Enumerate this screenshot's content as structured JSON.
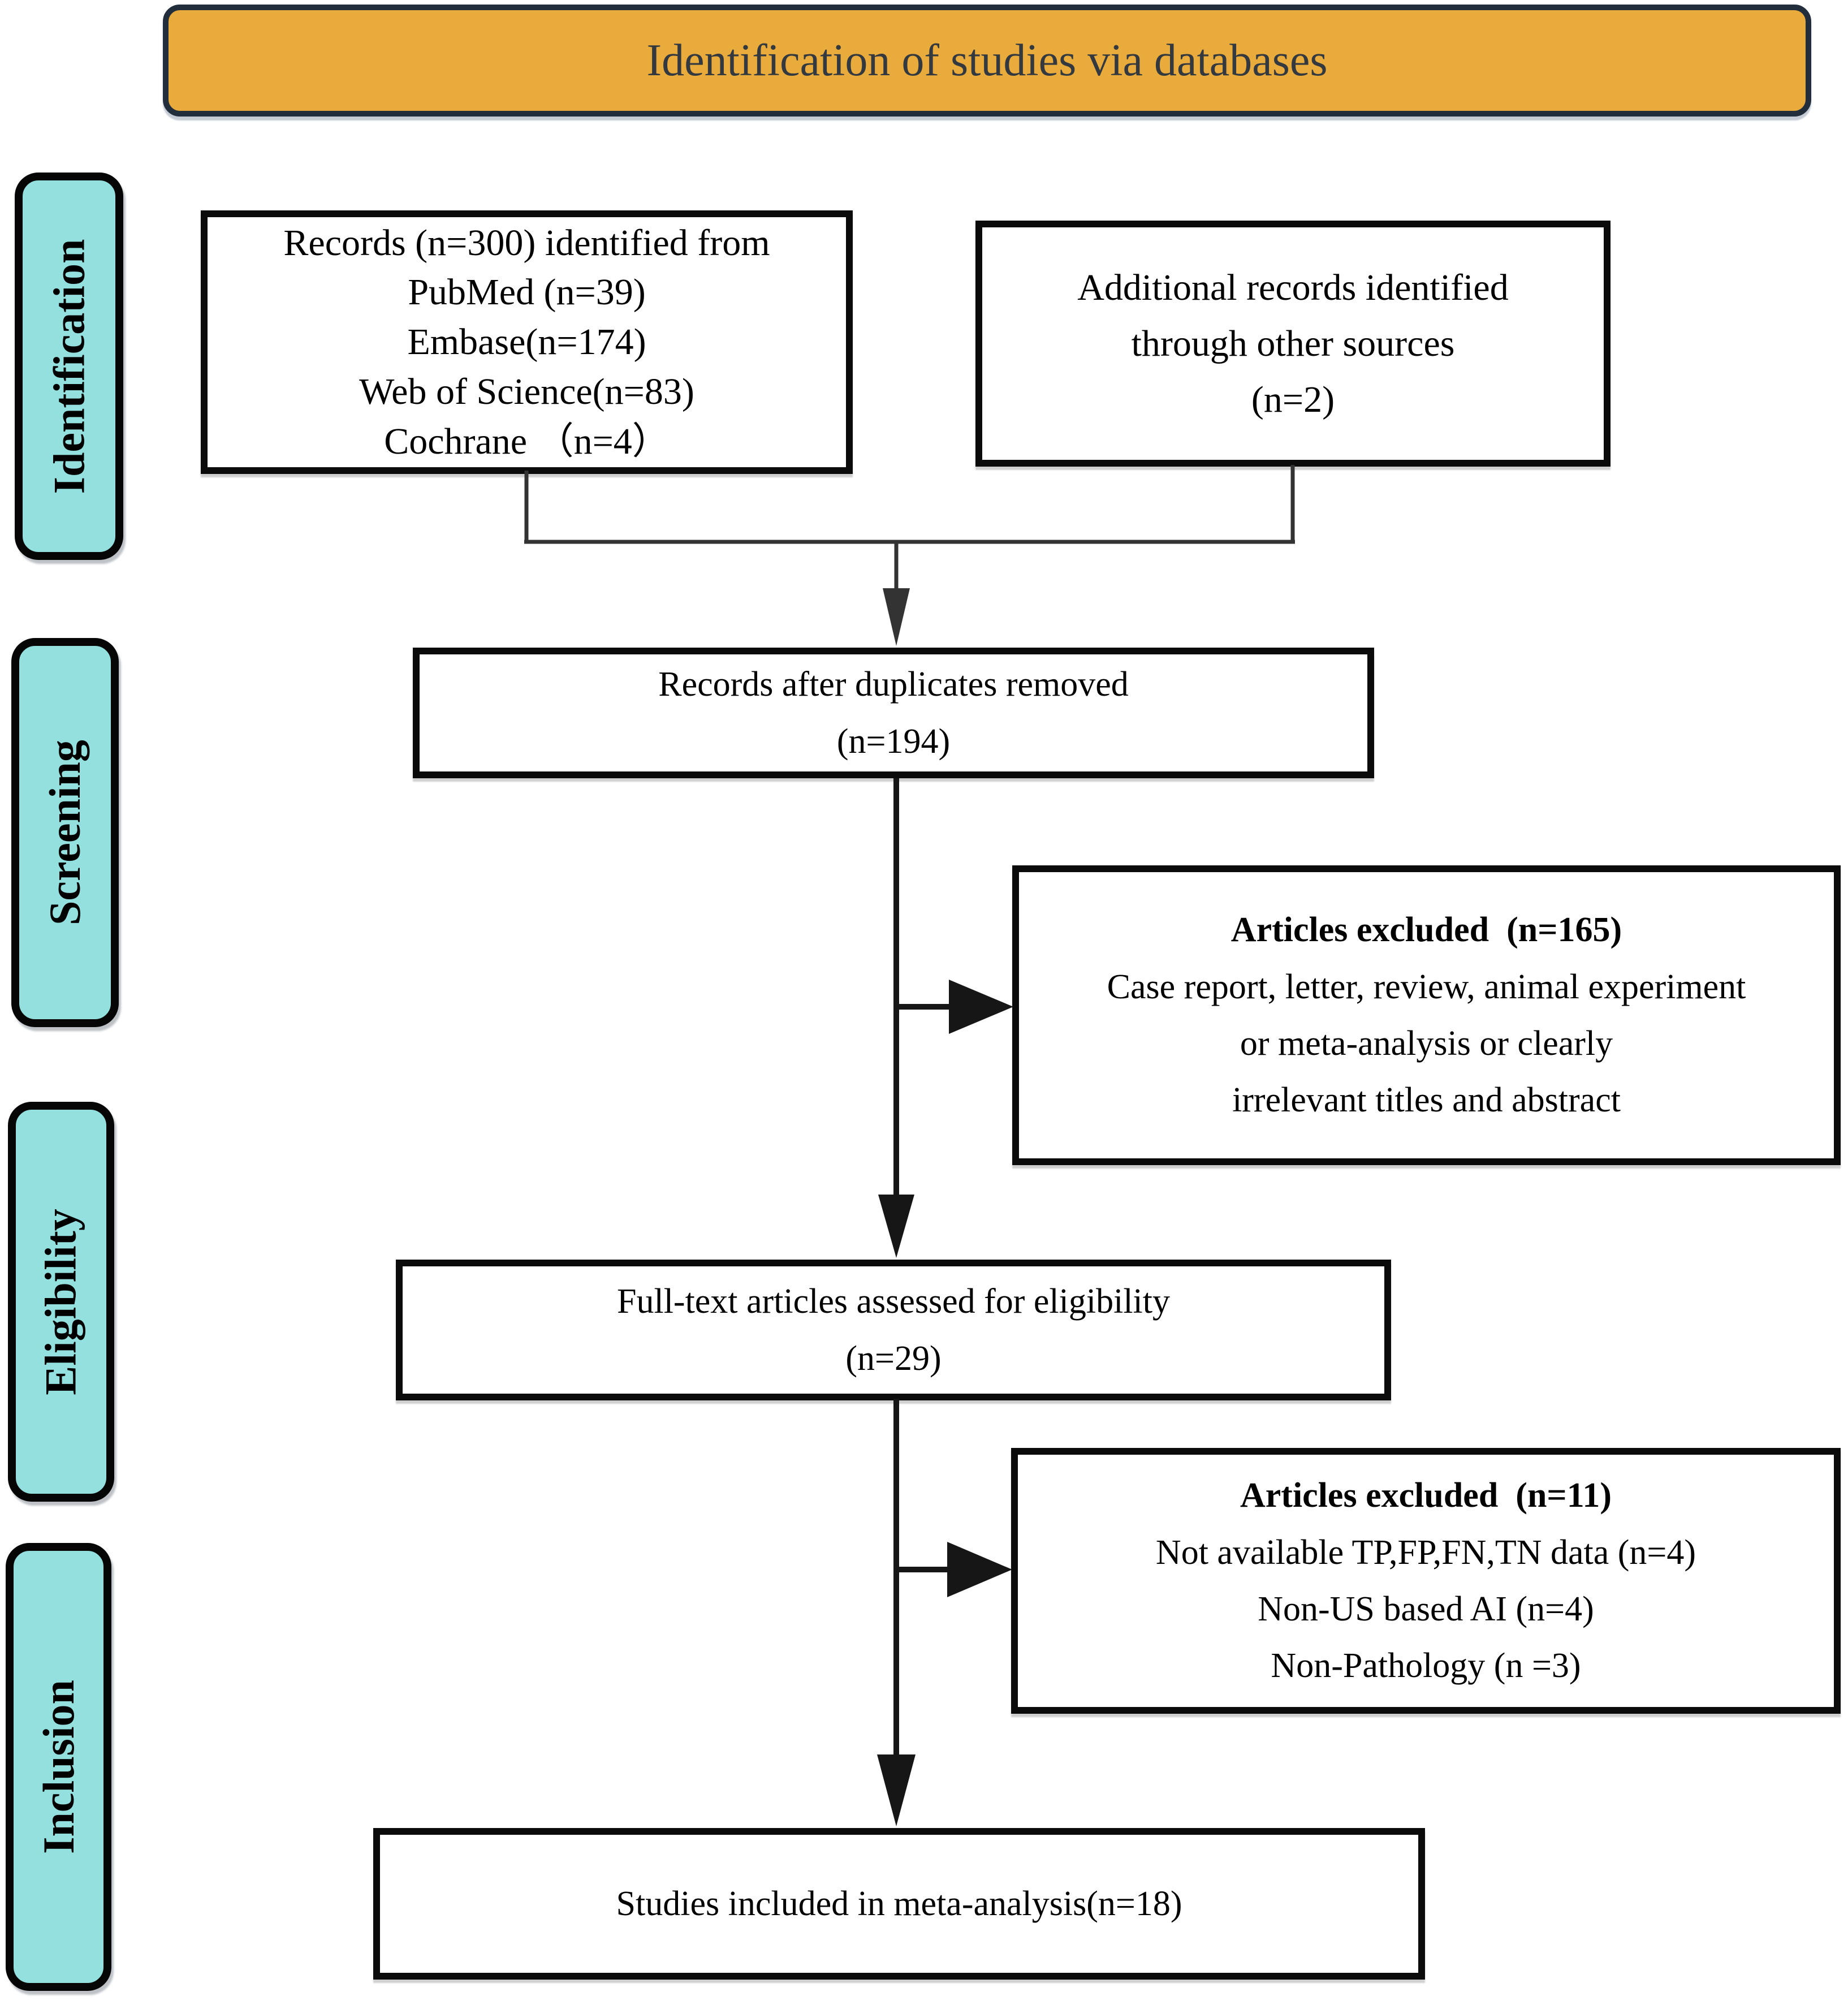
{
  "title_banner": {
    "label": "Identification of studies via databases"
  },
  "stages": [
    {
      "label": "Identification"
    },
    {
      "label": "Screening"
    },
    {
      "label": "Eligibility"
    },
    {
      "label": "Inclusion"
    }
  ],
  "boxes": {
    "records_identified": {
      "lines": [
        "Records (n=300) identified from",
        "PubMed (n=39)",
        "Embase(n=174)",
        "Web of Science(n=83)",
        "Cochrane （n=4）"
      ]
    },
    "additional_records": {
      "lines": [
        "Additional records identified",
        "through other sources",
        "(n=2)"
      ]
    },
    "after_duplicates": {
      "lines": [
        "Records after duplicates removed",
        "(n=194)"
      ]
    },
    "excluded_screening": {
      "heading": "Articles excluded  (n=165)",
      "lines": [
        "Case report, letter, review, animal experiment",
        "or meta-analysis or clearly",
        "irrelevant titles and abstract"
      ]
    },
    "fulltext_assessed": {
      "lines": [
        "Full-text articles assessed for eligibility",
        "(n=29)"
      ]
    },
    "excluded_eligibility": {
      "heading": "Articles excluded  (n=11)",
      "lines": [
        "Not available TP,FP,FN,TN data (n=4)",
        "Non-US based AI (n=4)",
        "Non-Pathology (n =3)"
      ]
    },
    "included": {
      "lines": [
        "Studies included in meta-analysis(n=18)"
      ]
    }
  },
  "colors": {
    "banner_fill": "#E9AC3C",
    "banner_border": "#232E3D",
    "banner_text": "#33393F",
    "stage_fill": "#93E0DE",
    "stage_border": "#060606",
    "box_border": "#0B0B0B",
    "connector": "#161616",
    "elbow": "#333333",
    "text": "#000000"
  }
}
